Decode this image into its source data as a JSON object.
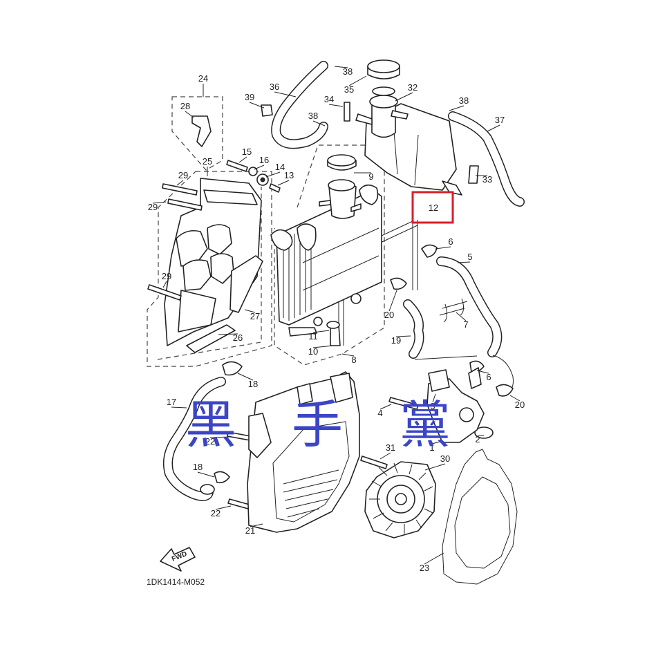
{
  "diagram": {
    "drawing_code": "1DK1414-M052",
    "fwd_label": "FWD",
    "highlight_color": "#d81e2a",
    "watermark_color": "#3c44c8",
    "highlighted_part": "12",
    "watermark": [
      "黑",
      "手",
      "黨"
    ],
    "callouts": [
      {
        "id": "38a",
        "label": "38"
      },
      {
        "id": "35",
        "label": "35"
      },
      {
        "id": "32",
        "label": "32"
      },
      {
        "id": "36",
        "label": "36"
      },
      {
        "id": "39",
        "label": "39"
      },
      {
        "id": "34",
        "label": "34"
      },
      {
        "id": "38b",
        "label": "38"
      },
      {
        "id": "38c",
        "label": "38"
      },
      {
        "id": "37",
        "label": "37"
      },
      {
        "id": "24",
        "label": "24"
      },
      {
        "id": "28",
        "label": "28"
      },
      {
        "id": "15",
        "label": "15"
      },
      {
        "id": "16",
        "label": "16"
      },
      {
        "id": "14",
        "label": "14"
      },
      {
        "id": "13",
        "label": "13"
      },
      {
        "id": "9",
        "label": "9"
      },
      {
        "id": "33",
        "label": "33"
      },
      {
        "id": "25",
        "label": "25"
      },
      {
        "id": "29a",
        "label": "29"
      },
      {
        "id": "29b",
        "label": "29"
      },
      {
        "id": "29c",
        "label": "29"
      },
      {
        "id": "12",
        "label": "12"
      },
      {
        "id": "6a",
        "label": "6"
      },
      {
        "id": "5",
        "label": "5"
      },
      {
        "id": "27",
        "label": "27"
      },
      {
        "id": "20a",
        "label": "20"
      },
      {
        "id": "7",
        "label": "7"
      },
      {
        "id": "11",
        "label": "11"
      },
      {
        "id": "26",
        "label": "26"
      },
      {
        "id": "19",
        "label": "19"
      },
      {
        "id": "10",
        "label": "10"
      },
      {
        "id": "8",
        "label": "8"
      },
      {
        "id": "6b",
        "label": "6"
      },
      {
        "id": "18a",
        "label": "18"
      },
      {
        "id": "20b",
        "label": "20"
      },
      {
        "id": "17",
        "label": "17"
      },
      {
        "id": "4",
        "label": "4"
      },
      {
        "id": "3",
        "label": "3"
      },
      {
        "id": "2",
        "label": "2"
      },
      {
        "id": "22a",
        "label": "22"
      },
      {
        "id": "1",
        "label": "1"
      },
      {
        "id": "31",
        "label": "31"
      },
      {
        "id": "30",
        "label": "30"
      },
      {
        "id": "18b",
        "label": "18"
      },
      {
        "id": "22b",
        "label": "22"
      },
      {
        "id": "21",
        "label": "21"
      },
      {
        "id": "23",
        "label": "23"
      }
    ]
  }
}
